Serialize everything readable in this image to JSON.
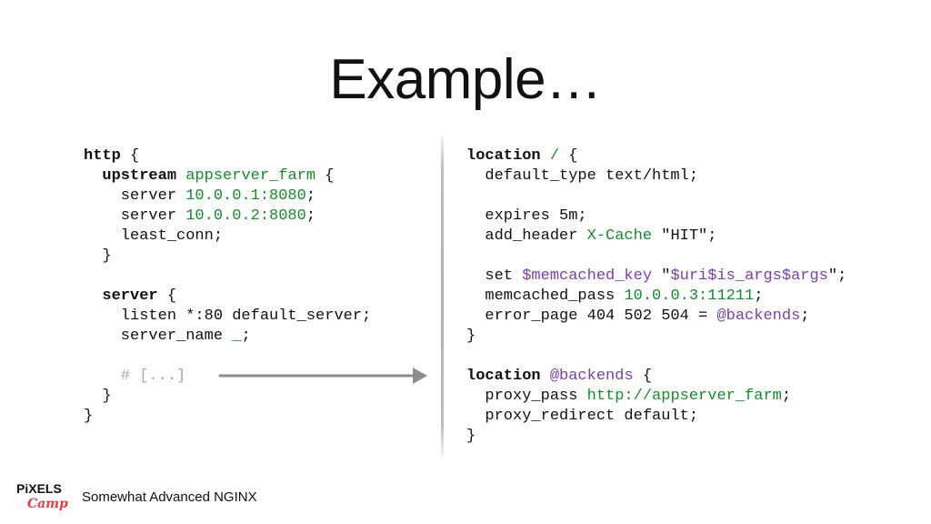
{
  "slide": {
    "title": "Example…",
    "footer": "Somewhat Advanced NGINX",
    "logo": {
      "line1": "PiXELS",
      "line2": "Camp"
    }
  },
  "left_code": [
    {
      "segments": [
        {
          "t": "http",
          "s": "kw"
        },
        {
          "t": " {",
          "s": ""
        }
      ]
    },
    {
      "segments": [
        {
          "t": "  ",
          "s": ""
        },
        {
          "t": "upstream",
          "s": "kw"
        },
        {
          "t": " ",
          "s": ""
        },
        {
          "t": "appserver_farm",
          "s": "g"
        },
        {
          "t": " {",
          "s": ""
        }
      ]
    },
    {
      "segments": [
        {
          "t": "    server ",
          "s": ""
        },
        {
          "t": "10.0.0.1:8080",
          "s": "g"
        },
        {
          "t": ";",
          "s": ""
        }
      ]
    },
    {
      "segments": [
        {
          "t": "    server ",
          "s": ""
        },
        {
          "t": "10.0.0.2:8080",
          "s": "g"
        },
        {
          "t": ";",
          "s": ""
        }
      ]
    },
    {
      "segments": [
        {
          "t": "    least_conn;",
          "s": ""
        }
      ]
    },
    {
      "segments": [
        {
          "t": "  }",
          "s": ""
        }
      ]
    },
    {
      "segments": []
    },
    {
      "segments": [
        {
          "t": "  ",
          "s": ""
        },
        {
          "t": "server",
          "s": "kw"
        },
        {
          "t": " {",
          "s": ""
        }
      ]
    },
    {
      "segments": [
        {
          "t": "    listen *:80 default_server;",
          "s": ""
        }
      ]
    },
    {
      "segments": [
        {
          "t": "    server_name ",
          "s": ""
        },
        {
          "t": "_",
          "s": "g"
        },
        {
          "t": ";",
          "s": ""
        }
      ]
    },
    {
      "segments": []
    },
    {
      "segments": [
        {
          "t": "    # [...]",
          "s": "c"
        }
      ]
    },
    {
      "segments": [
        {
          "t": "  }",
          "s": ""
        }
      ]
    },
    {
      "segments": [
        {
          "t": "}",
          "s": ""
        }
      ]
    }
  ],
  "right_code": [
    {
      "segments": [
        {
          "t": "location",
          "s": "kw"
        },
        {
          "t": " ",
          "s": ""
        },
        {
          "t": "/",
          "s": "g"
        },
        {
          "t": " {",
          "s": ""
        }
      ]
    },
    {
      "segments": [
        {
          "t": "  default_type text/html;",
          "s": ""
        }
      ]
    },
    {
      "segments": []
    },
    {
      "segments": [
        {
          "t": "  expires 5m;",
          "s": ""
        }
      ]
    },
    {
      "segments": [
        {
          "t": "  add_header ",
          "s": ""
        },
        {
          "t": "X-Cache",
          "s": "g"
        },
        {
          "t": " \"HIT\";",
          "s": ""
        }
      ]
    },
    {
      "segments": []
    },
    {
      "segments": [
        {
          "t": "  set ",
          "s": ""
        },
        {
          "t": "$memcached_key",
          "s": "p"
        },
        {
          "t": " \"",
          "s": ""
        },
        {
          "t": "$uri$is_args$args",
          "s": "p"
        },
        {
          "t": "\";",
          "s": ""
        }
      ]
    },
    {
      "segments": [
        {
          "t": "  memcached_pass ",
          "s": ""
        },
        {
          "t": "10.0.0.3:11211",
          "s": "g"
        },
        {
          "t": ";",
          "s": ""
        }
      ]
    },
    {
      "segments": [
        {
          "t": "  error_page 404 502 504 = ",
          "s": ""
        },
        {
          "t": "@backends",
          "s": "p"
        },
        {
          "t": ";",
          "s": ""
        }
      ]
    },
    {
      "segments": [
        {
          "t": "}",
          "s": ""
        }
      ]
    },
    {
      "segments": []
    },
    {
      "segments": [
        {
          "t": "location",
          "s": "kw"
        },
        {
          "t": " ",
          "s": ""
        },
        {
          "t": "@backends",
          "s": "p"
        },
        {
          "t": " {",
          "s": ""
        }
      ]
    },
    {
      "segments": [
        {
          "t": "  proxy_pass ",
          "s": ""
        },
        {
          "t": "http://appserver_farm",
          "s": "g"
        },
        {
          "t": ";",
          "s": ""
        }
      ]
    },
    {
      "segments": [
        {
          "t": "  proxy_redirect default;",
          "s": ""
        }
      ]
    },
    {
      "segments": [
        {
          "t": "}",
          "s": ""
        }
      ]
    }
  ],
  "colors": {
    "keyword": "#111111",
    "green": "#178a2b",
    "purple": "#7b3fa8",
    "comment": "#a8a8a8",
    "logo_red": "#e63a3f"
  },
  "icons": {
    "arrow": "right-arrow-icon",
    "logo": "pixels-camp-logo"
  }
}
